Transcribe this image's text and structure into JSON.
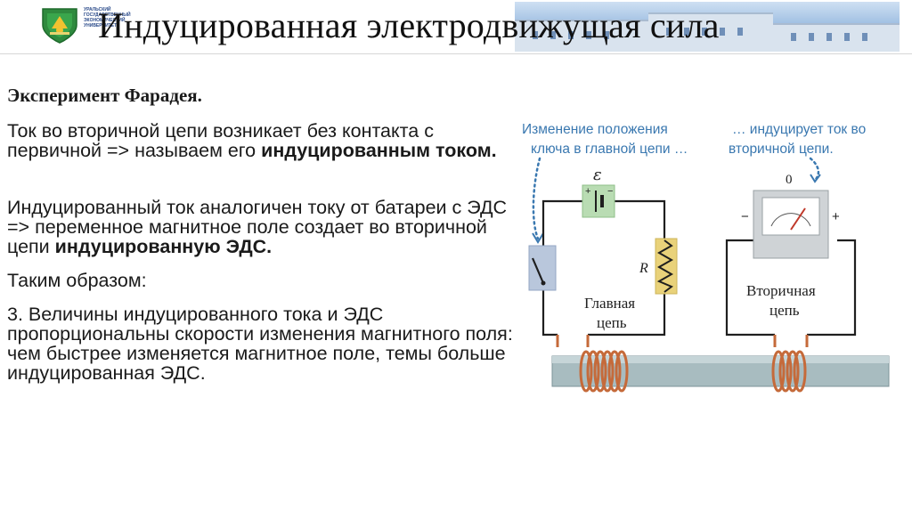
{
  "header": {
    "title": "Индуцированная электродвижущая сила",
    "logo_text": [
      "УРАЛЬСКИЙ",
      "ГОСУДАРСТВЕННЫЙ",
      "ЭКОНОМИЧЕСКИЙ",
      "УНИВЕРСИТЕТ"
    ]
  },
  "content": {
    "heading": "Эксперимент Фарадея.",
    "p1_a": "Ток во вторичной цепи возникает без контакта с первичной => называем его ",
    "p1_b": "индуцированным током.",
    "p2_a": "Индуцированный ток аналогичен току от батареи с ЭДС => переменное магнитное поле создает во вторичной цепи ",
    "p2_b": "индуцированную ЭДС.",
    "p3": "Таким образом:",
    "p4": "3. Величины индуцированного тока и ЭДС пропорциональны скорости изменения магнитного поля: чем быстрее изменяется магнитное поле, темы больше индуцированная ЭДС."
  },
  "diagram": {
    "caption_left": [
      "Изменение положения",
      "ключа в главной цепи …"
    ],
    "caption_right": [
      "… индуцирует ток во",
      "вторичной цепи."
    ],
    "emf_symbol": "ε",
    "battery_plus": "+",
    "battery_minus": "−",
    "resistor_label": "R",
    "meter_zero": "0",
    "meter_minus": "−",
    "meter_plus": "+",
    "primary_label": [
      "Главная",
      "цепь"
    ],
    "secondary_label": [
      "Вторичная",
      "цепь"
    ]
  }
}
